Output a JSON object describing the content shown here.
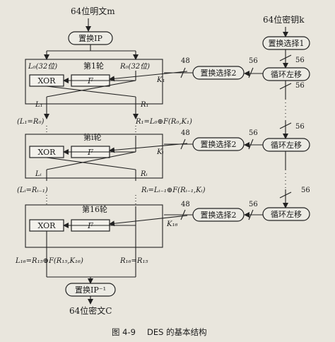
{
  "plaintext_label": "64位明文m",
  "key_label": "64位密钥k",
  "ip_label": "置换IP",
  "ip_inverse_label": "置换IP⁻¹",
  "pc1_label": "置换选择1",
  "pc2_label": "置换选择2",
  "shift_label": "循环左移",
  "xor_label": "XOR",
  "f_label": "F",
  "width_56": "56",
  "width_48": "48",
  "l0_label": "L₀(32位)",
  "r0_label": "R₀(32位)",
  "round1_label": "第1轮",
  "roundi_label": "第i轮",
  "round16_label": "第16轮",
  "k1_label": "K₁",
  "ki_label": "Kᵢ",
  "k16_label": "K₁₆",
  "l1_label": "L₁",
  "r1_label": "R₁",
  "li_label": "Lᵢ",
  "ri_label": "Rᵢ",
  "eq1_left": "(L₁=R₀)",
  "eq1_right": "R₁=L₀⊕F(R₀,K₁)",
  "eqi_left": "(Lᵢ=Rᵢ₋₁)",
  "eqi_right": "Rᵢ=Lᵢ₋₁⊕F(Rᵢ₋₁,Kᵢ)",
  "eq16_left": "L₁₆=R₁₅⊕F(R₁₅,K₁₆)",
  "eq16_right": "R₁₆=R₁₅",
  "ciphertext_label": "64位密文C",
  "caption_fig": "图 4-9",
  "caption_text": "DES 的基本结构"
}
